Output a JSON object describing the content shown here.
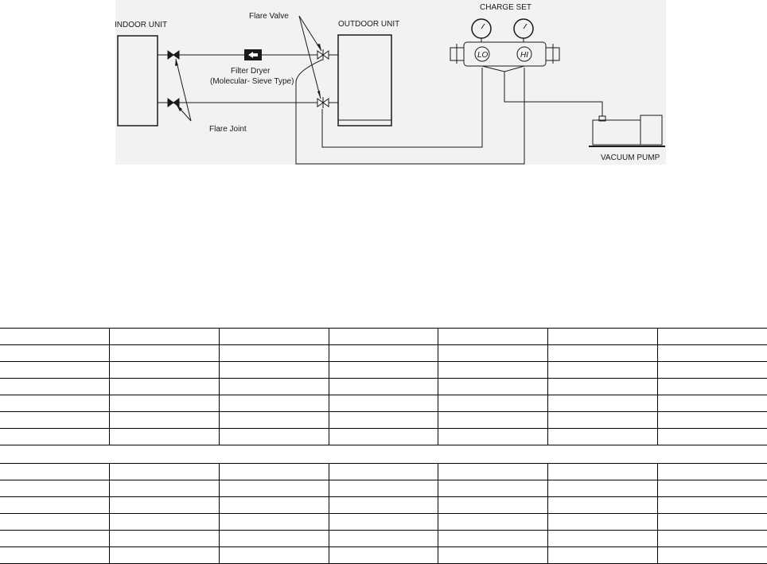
{
  "diagram": {
    "labels": {
      "indoor_unit": "INDOOR UNIT",
      "outdoor_unit": "OUTDOOR UNIT",
      "flare_valve": "Flare Valve",
      "charge_set": "CHARGE SET",
      "filter_dryer": "Filter Dryer",
      "filter_dryer_type": "(Molecular- Sieve Type)",
      "flare_joint": "Flare Joint",
      "gauge_lo": "LO",
      "gauge_hi": "HI",
      "vacuum_pump": "VACUUM PUMP"
    },
    "colors": {
      "stroke": "#1a1a1a",
      "background": "#f2f2f2"
    }
  },
  "tables": [
    {
      "rows": 7,
      "columns": 7
    },
    {
      "rows": 6,
      "columns": 7
    }
  ]
}
